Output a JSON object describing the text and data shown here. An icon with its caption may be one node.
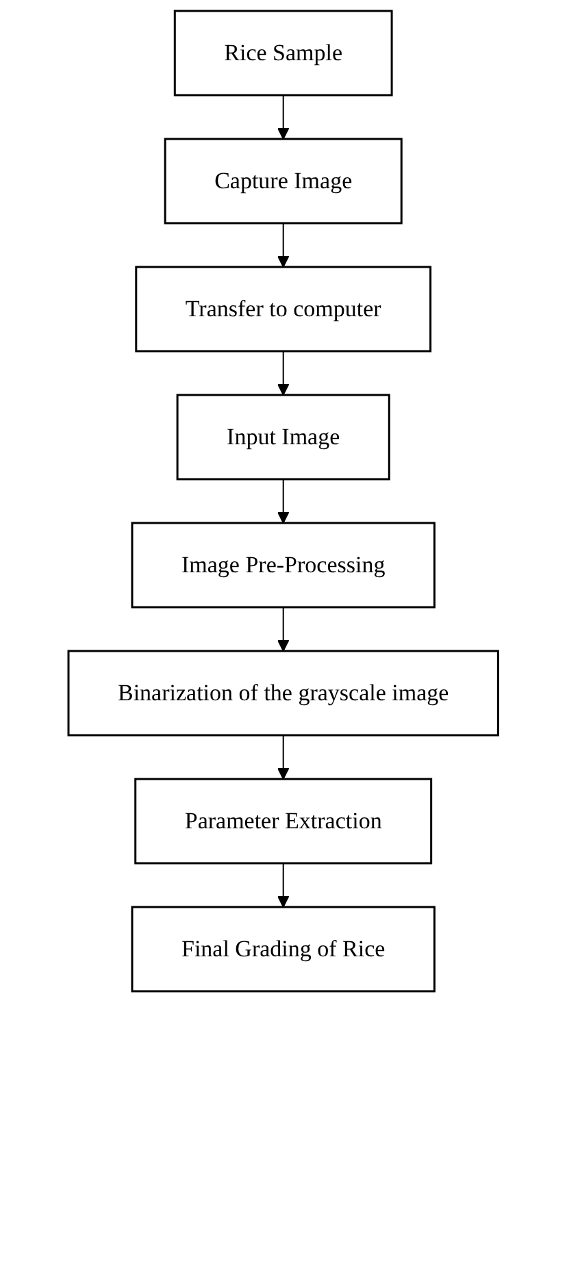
{
  "diagram": {
    "nodes": [
      {
        "text": [
          "Rice Sample"
        ]
      },
      {
        "text": [
          "Capture Image"
        ]
      },
      {
        "text": [
          "Transfer to computer"
        ]
      },
      {
        "text": [
          "Input Image"
        ]
      },
      {
        "text": [
          "Image Pre-Processing"
        ]
      },
      {
        "text": [
          "Binarization of the grayscale image"
        ]
      },
      {
        "text": [
          "Parameter Extraction"
        ]
      },
      {
        "text": [
          "Final Grading of Rice"
        ]
      }
    ],
    "edges": [
      {
        "from": 0,
        "to": 1,
        "arrow": "to"
      },
      {
        "from": 1,
        "to": 2,
        "arrow": "to"
      },
      {
        "from": 2,
        "to": 3,
        "arrow": "to"
      },
      {
        "from": 3,
        "to": 4,
        "arrow": "to"
      },
      {
        "from": 4,
        "to": 5,
        "arrow": "to"
      },
      {
        "from": 5,
        "to": 6,
        "arrow": "to"
      },
      {
        "from": 6,
        "to": 7,
        "arrow": "to"
      }
    ]
  }
}
